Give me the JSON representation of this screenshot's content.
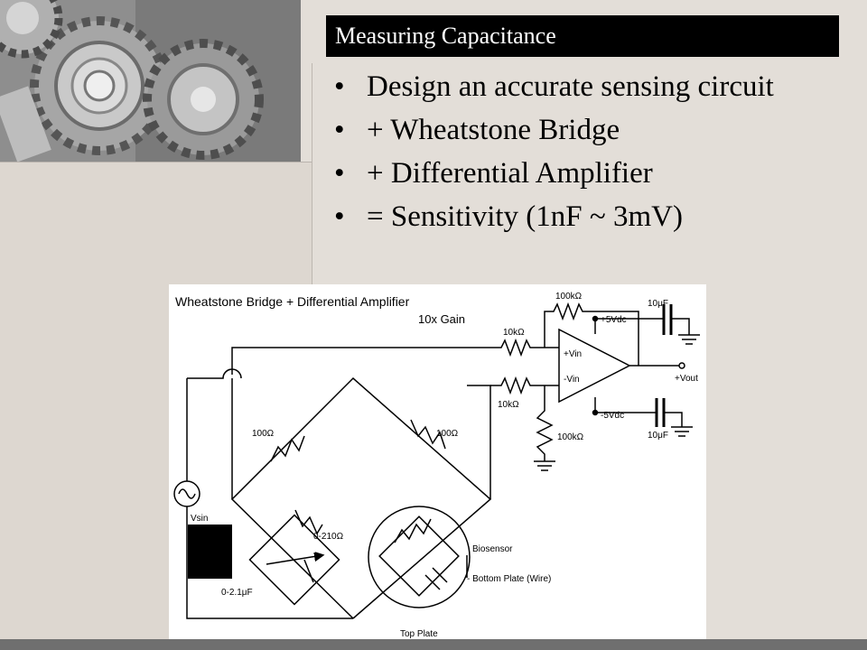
{
  "slide": {
    "title": "Measuring Capacitance",
    "bullets": [
      "Design an accurate sensing circuit",
      "+ Wheatstone Bridge",
      "+ Differential Amplifier",
      "= Sensitivity (1nF ~ 3mV)"
    ]
  },
  "diagram": {
    "title": "Wheatstone Bridge + Differential Amplifier",
    "gain": "10x Gain",
    "labels": {
      "r_feedback": "100kΩ",
      "r_in_top": "10kΩ",
      "r_in_bottom": "10kΩ",
      "r_ground": "100kΩ",
      "cap_top": "10μF",
      "cap_bottom": "10μF",
      "vpos": "+5Vdc",
      "vneg": "-5Vdc",
      "vin_plus": "+Vin",
      "vin_minus": "-Vin",
      "vout": "+Vout",
      "r_bridge_left": "100Ω",
      "r_bridge_right": "100Ω",
      "r_var": "0-210Ω",
      "cap_var": "0-2.1μF",
      "vsin": "Vsin",
      "biosensor": "Biosensor",
      "bottom_plate": "- Bottom Plate (Wire)",
      "top_plate": "Top Plate"
    }
  }
}
